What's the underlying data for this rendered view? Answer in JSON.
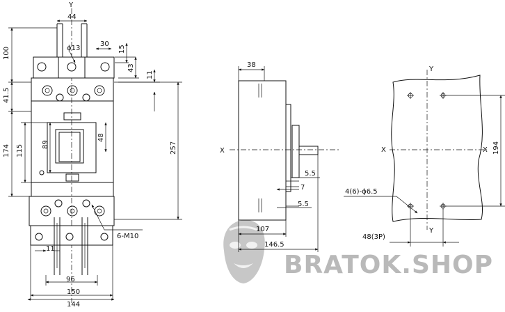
{
  "front_view": {
    "axis_y": "Y",
    "dim_44": "44",
    "dim_phi13": "ϕ13",
    "dim_30": "30",
    "dim_15": "15",
    "dim_43": "43",
    "dim_11_top": "11",
    "dim_100": "100",
    "dim_41_5": "41.5",
    "dim_174": "174",
    "dim_115": "115",
    "dim_89": "89",
    "dim_48": "48",
    "dim_257": "257",
    "dim_6_m10": "6-M10",
    "dim_11_bottom": "11",
    "dim_96": "96",
    "dim_150": "150",
    "dim_144": "144"
  },
  "side_view": {
    "dim_38": "38",
    "axis_x": "X",
    "dim_5_5_top": "5.5",
    "dim_7": "7",
    "dim_5_5_bottom": "5.5",
    "dim_107": "107",
    "dim_146_5": "146.5"
  },
  "mounting_view": {
    "axis_y_top": "Y",
    "axis_x_left": "X",
    "axis_x_right": "X",
    "dim_194": "194",
    "dim_holes": "4(6)-ϕ6.5",
    "axis_y_bottom": "Y",
    "dim_48_3p": "48(3P)"
  },
  "watermark": {
    "text": "BRATOK.SHOP",
    "color": "#b9b9b9"
  }
}
